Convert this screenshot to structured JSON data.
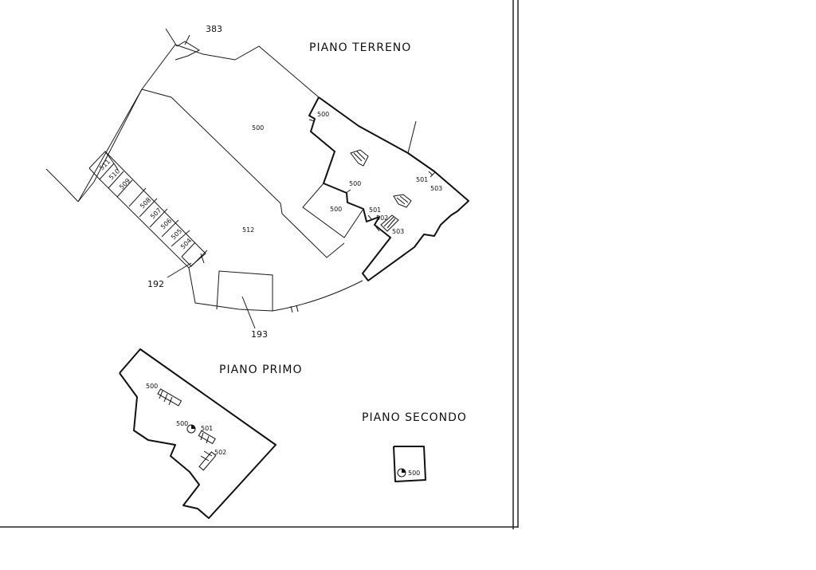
{
  "floors": {
    "ground": "PIANO TERRENO",
    "first": "PIANO PRIMO",
    "second": "PIANO SECONDO"
  },
  "references": {
    "r383": "383",
    "r192": "192",
    "r193": "193"
  },
  "ground_labels": {
    "l500_main": "500",
    "l500_top": "500",
    "l500_mid": "500",
    "l500_box": "500",
    "l501_a": "501",
    "l503_a": "503",
    "l501_b": "501",
    "l502": "502",
    "l503_b": "503",
    "l512": "512",
    "l511": "511",
    "l510": "510",
    "l509": "509",
    "l508": "508",
    "l507": "507",
    "l506": "506",
    "l505": "505",
    "l504": "504"
  },
  "first_labels": {
    "l500_a": "500",
    "l500_b": "500",
    "l501": "501",
    "l502": "502"
  },
  "second_labels": {
    "l500": "500"
  }
}
